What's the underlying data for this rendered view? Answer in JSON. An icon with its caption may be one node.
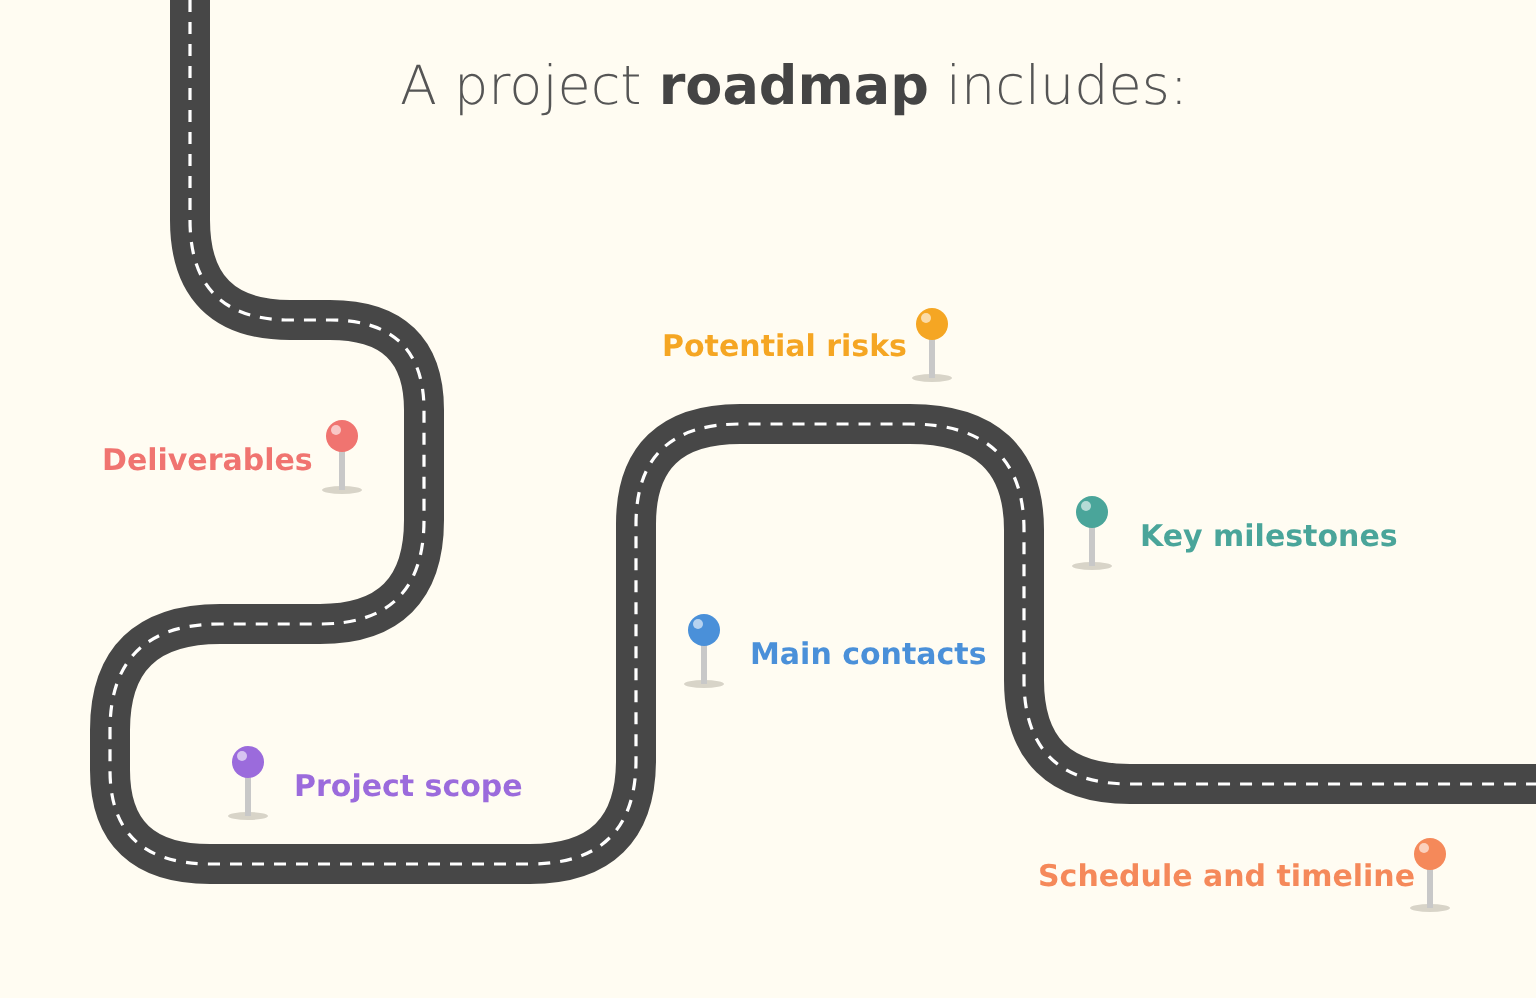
{
  "diagram": {
    "title": "A project **roadmap** includes:",
    "labels": [
      "Potential risks",
      "Deliverables",
      "Key milestones",
      "Main contacts",
      "Project scope",
      "Schedule and timeline"
    ]
  }
}
